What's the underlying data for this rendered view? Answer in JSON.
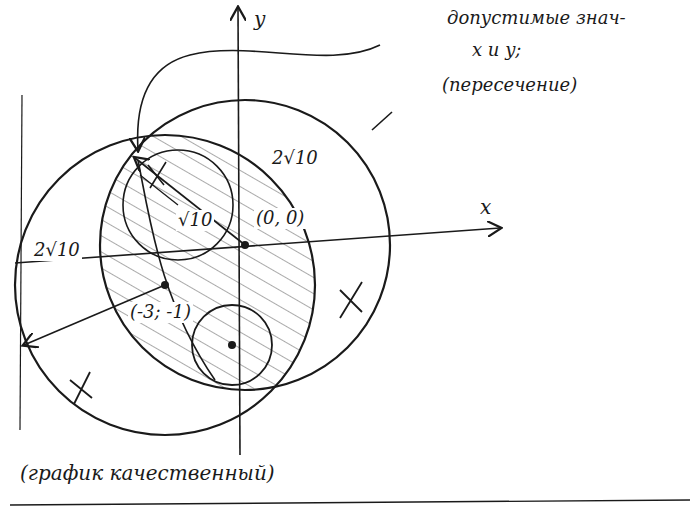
{
  "diagram": {
    "caption": "(график качественный)",
    "labels": [
      "допустимые знач-",
      "x и y;",
      "(пересечение)",
      "y",
      "x",
      "2√10",
      "√10",
      "(0, 0)",
      "2√10",
      "(-3; -1)"
    ]
  }
}
